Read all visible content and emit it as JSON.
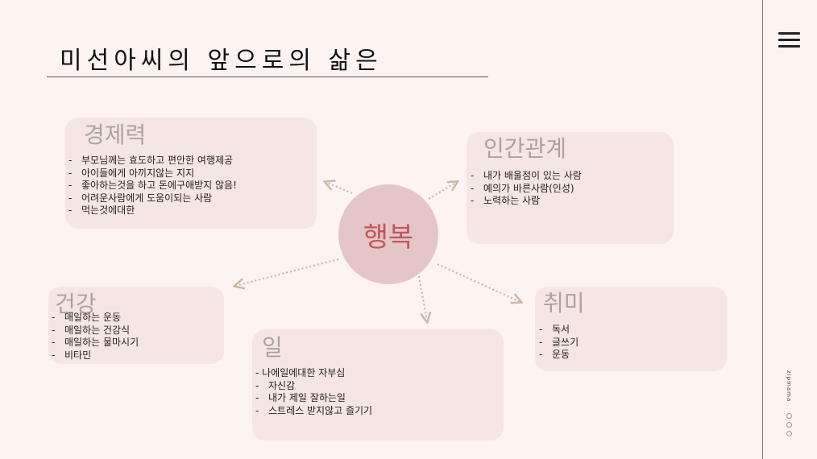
{
  "page": {
    "title": "미선아씨의 앞으로의 삶은",
    "brand": "zipmama"
  },
  "center": {
    "label": "행복"
  },
  "cards": {
    "economy": {
      "heading": "경제력",
      "items": [
        "부모님께는 효도하고 편안한 여행제공",
        "아이들에게 아끼지않는 지지",
        "좋아하는것을 하고 돈에구애받지 않음!",
        "어려운사람에게 도움이되는 사람",
        "먹는것에대한"
      ]
    },
    "relations": {
      "heading": "인간관계",
      "items": [
        "내가 배울점이 있는 사람",
        "예의가 바른사람(인성)",
        "노력하는 사람"
      ]
    },
    "health": {
      "heading": "건강",
      "items": [
        "매일하는 운동",
        "매일하는 건강식",
        "매일하는 물마시기",
        "비타민"
      ]
    },
    "work": {
      "heading": "일",
      "intro": "- 나에일에대한 자부심",
      "items": [
        "자신감",
        "내가 제일 잘하는일",
        "스트레스 받지않고 즐기기"
      ]
    },
    "hobby": {
      "heading": "취미",
      "items": [
        "독서",
        "글쓰기",
        "운동"
      ]
    }
  },
  "colors": {
    "background": "#fdf3f1",
    "card": "#f6e6e3",
    "circle": "#e5c6c8",
    "accent": "#c4555c",
    "arrow": "#cdb8a8"
  },
  "icons": {
    "menu": "hamburger-menu-icon"
  }
}
